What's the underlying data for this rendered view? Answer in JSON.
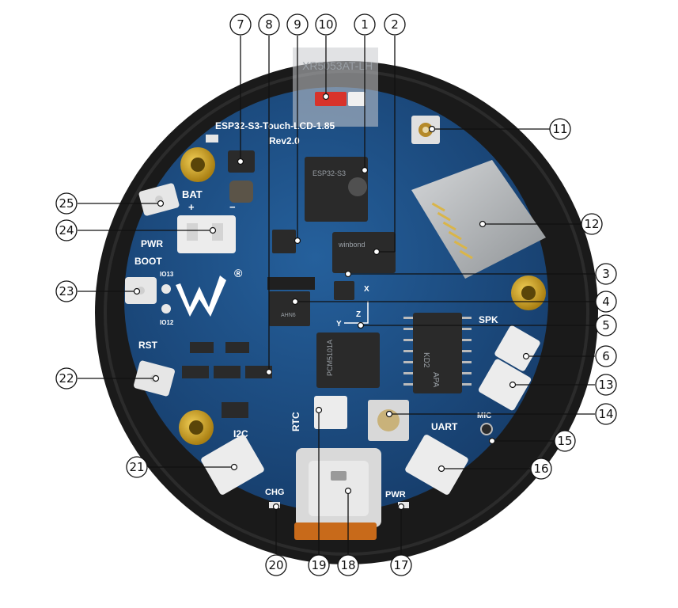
{
  "board": {
    "title_line1": "ESP32-S3-Touch-LCD-1.85",
    "title_line2": "Rev2.0",
    "display_label": "XR5053AT-LH",
    "silkscreen": {
      "bat": "BAT",
      "plus": "+",
      "minus": "−",
      "pwr_left": "PWR",
      "boot": "BOOT",
      "io13": "IO13",
      "io12": "IO12",
      "rst": "RST",
      "i2c": "I2C",
      "chg": "CHG",
      "rtc": "RTC",
      "uart": "UART",
      "mic": "MIC",
      "spk": "SPK",
      "pwr_right": "PWR",
      "axis_x": "X",
      "axis_y": "Y",
      "axis_z": "Z",
      "registered": "®"
    },
    "chips": {
      "esp32": "ESP32-S3",
      "flash": "winbond",
      "dac": "PCM5101A",
      "amp": "APA",
      "amp2": "KD2",
      "imu": "AHN6"
    }
  },
  "callouts": [
    "1",
    "2",
    "3",
    "4",
    "5",
    "6",
    "7",
    "8",
    "9",
    "10",
    "11",
    "12",
    "13",
    "14",
    "15",
    "16",
    "17",
    "18",
    "19",
    "20",
    "21",
    "22",
    "23",
    "24",
    "25"
  ],
  "colors": {
    "pcb": "#1f4f86",
    "pcb_dark": "#163d6b",
    "bezel": "#1a1a1a",
    "gold": "#c9a227",
    "connector": "#ececec",
    "chip": "#2a2a2a",
    "sd": "#b9bcbf"
  }
}
